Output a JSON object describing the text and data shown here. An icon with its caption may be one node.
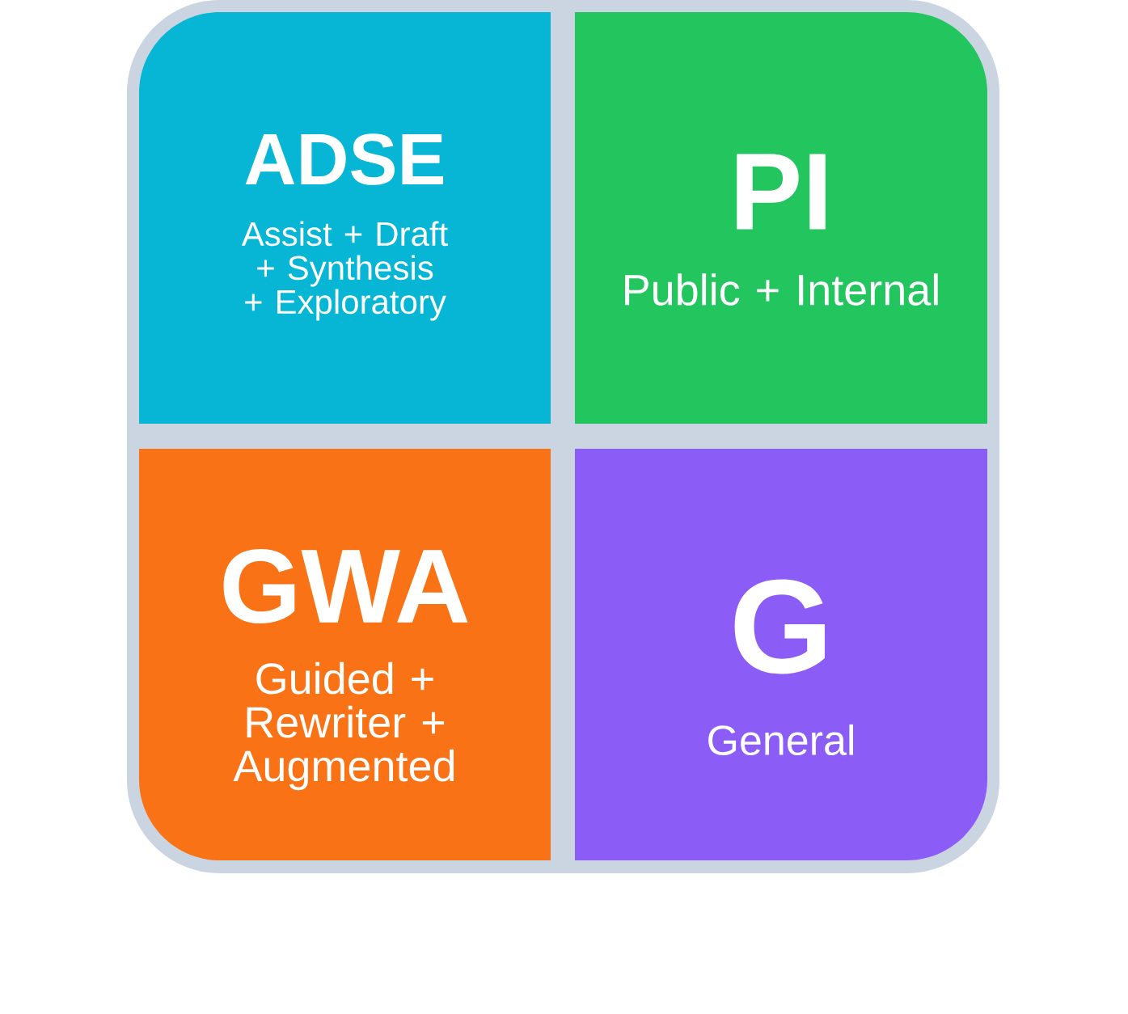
{
  "diagram": {
    "nodes": [
      {
        "text": [
          "ADSE",
          "Assist + Draft + Synthesis + Exploratory"
        ]
      },
      {
        "text": [
          "PI",
          "Public + Internal"
        ]
      },
      {
        "text": [
          "GWA",
          "Guided + Rewriter + Augmented"
        ]
      },
      {
        "text": [
          "G",
          "General"
        ]
      }
    ]
  }
}
